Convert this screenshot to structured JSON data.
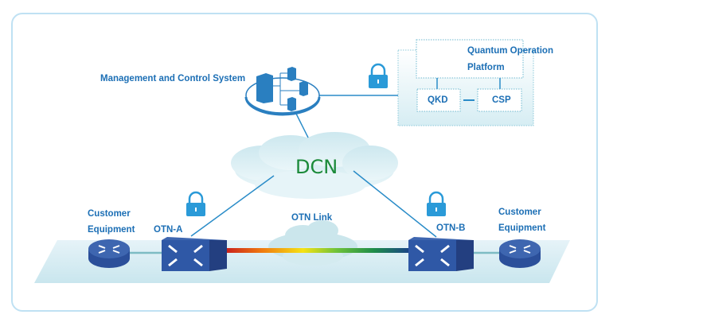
{
  "diagram": {
    "labels": {
      "management": "Management and Control System",
      "quantum_line1": "Quantum Operation",
      "quantum_line2": "Platform",
      "qkd": "QKD",
      "csp": "CSP",
      "dcn": "DCN",
      "otn_link": "OTN Link",
      "otn_a": "OTN-A",
      "otn_b": "OTN-B",
      "customer_left_1": "Customer",
      "customer_left_2": "Equipment",
      "customer_right_1": "Customer",
      "customer_right_2": "Equipment"
    },
    "icons": {
      "lock": "lock-icon",
      "server_cluster": "server-cluster-icon",
      "cloud": "cloud-icon",
      "otn_switch": "otn-switch-icon",
      "router": "router-icon"
    },
    "colors": {
      "label_blue": "#1c6fb5",
      "dcn_green": "#1b8a3a",
      "device_blue": "#2b4f9a",
      "line_blue": "#2a8cc8",
      "lock_blue": "#2a9ad8",
      "frame_border": "#bfe1f3",
      "cloud_fill": "#d4ecf2"
    },
    "otn_link_gradient": [
      "#c81d1d",
      "#f07a10",
      "#f5e214",
      "#6dc23a",
      "#1e8c4a",
      "#1a3f8c"
    ]
  }
}
